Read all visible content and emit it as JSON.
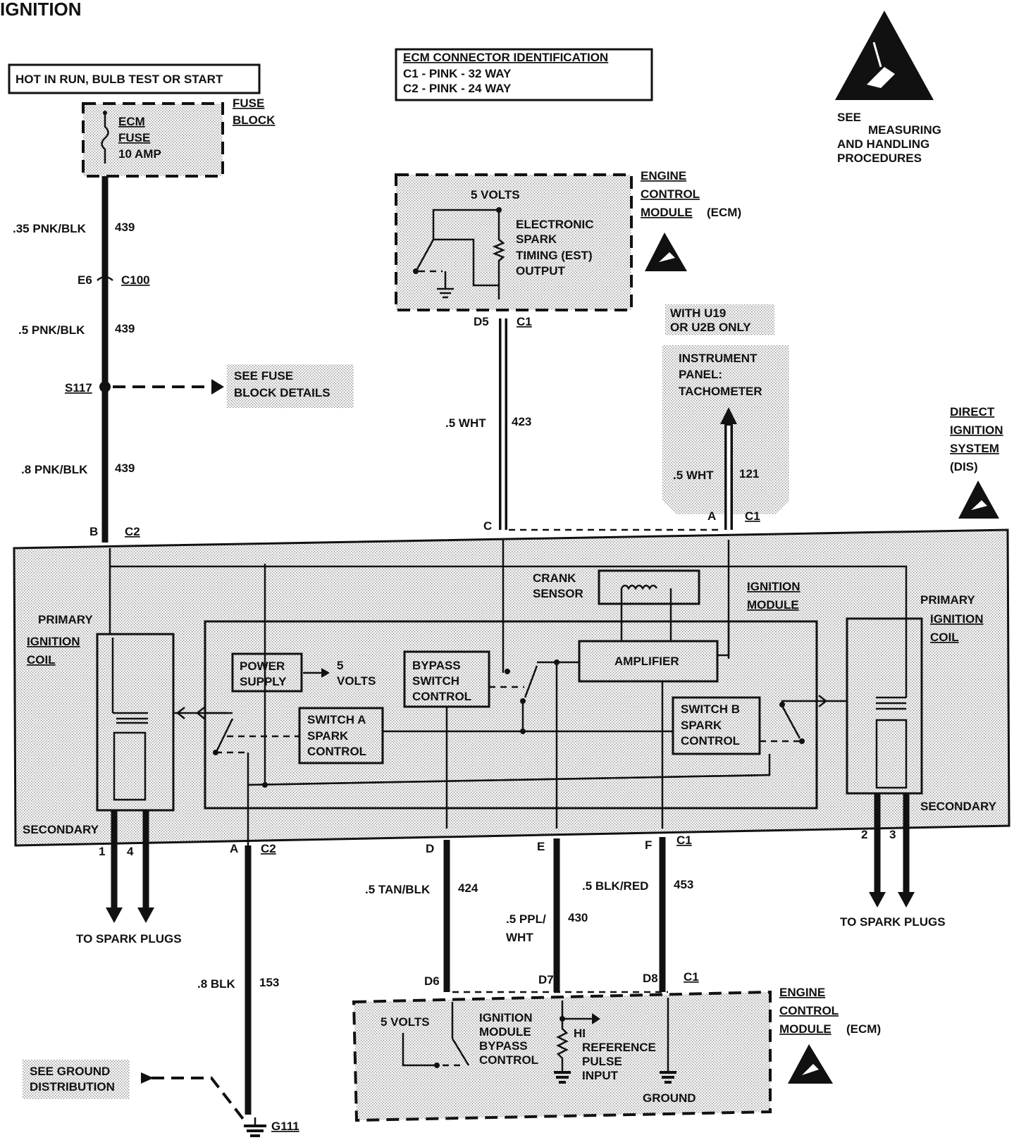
{
  "title": "IGNITION",
  "power_note": "HOT IN RUN, BULB TEST OR START",
  "fuse_block": {
    "label_1": "FUSE",
    "label_2": "BLOCK",
    "fuse_l1": "ECM",
    "fuse_l2": "FUSE",
    "fuse_l3": "10 AMP"
  },
  "ecm_connector_id": {
    "title": "ECM CONNECTOR IDENTIFICATION",
    "line1": "C1 - PINK - 32 WAY",
    "line2": "C2 - PINK - 24 WAY"
  },
  "esd_note": {
    "l1": "SEE",
    "l2": "MEASURING",
    "l3": "AND HANDLING",
    "l4": "PROCEDURES"
  },
  "ecm_top": {
    "l1": "ENGINE",
    "l2": "CONTROL",
    "l3": "MODULE",
    "l4": "(ECM)",
    "volts": "5 VOLTS",
    "est1": "ELECTRONIC",
    "est2": "SPARK",
    "est3": "TIMING (EST)",
    "est4": "OUTPUT",
    "pin": "D5",
    "conn": "C1"
  },
  "wires_left": [
    {
      "gauge": ".35 PNK/BLK",
      "circuit": "439"
    },
    {
      "gauge": ".5 PNK/BLK",
      "circuit": "439"
    },
    {
      "gauge": ".8 PNK/BLK",
      "circuit": "439"
    }
  ],
  "c100": {
    "pin": "E6",
    "conn": "C100"
  },
  "splice": {
    "id": "S117",
    "see1": "SEE FUSE",
    "see2": "BLOCK DETAILS"
  },
  "wire_423": {
    "gauge": ".5 WHT",
    "circuit": "423"
  },
  "tach": {
    "opt1": "WITH U19",
    "opt2": "OR U2B ONLY",
    "l1": "INSTRUMENT",
    "l2": "PANEL:",
    "l3": "TACHOMETER",
    "gauge": ".5 WHT",
    "circuit": "121"
  },
  "dis": {
    "l1": "DIRECT",
    "l2": "IGNITION",
    "l3": "SYSTEM",
    "l4": "(DIS)"
  },
  "pins_top": {
    "b": "B",
    "c2": "C2",
    "c": "C",
    "a": "A",
    "c1": "C1"
  },
  "dis_box": {
    "primary_left1": "PRIMARY",
    "primary_left2": "IGNITION",
    "primary_left3": "COIL",
    "secondary_left": "SECONDARY",
    "primary_right1": "PRIMARY",
    "primary_right2": "IGNITION",
    "primary_right3": "COIL",
    "secondary_right": "SECONDARY",
    "crank1": "CRANK",
    "crank2": "SENSOR",
    "ign_mod1": "IGNITION",
    "ign_mod2": "MODULE",
    "power1": "POWER",
    "power2": "SUPPLY",
    "volts1": "5",
    "volts2": "VOLTS",
    "bypass1": "BYPASS",
    "bypass2": "SWITCH",
    "bypass3": "CONTROL",
    "amplifier": "AMPLIFIER",
    "swa1": "SWITCH A",
    "swa2": "SPARK",
    "swa3": "CONTROL",
    "swb1": "SWITCH B",
    "swb2": "SPARK",
    "swb3": "CONTROL"
  },
  "bottom_pins": {
    "p1": "1",
    "p4": "4",
    "a": "A",
    "c2": "C2",
    "d": "D",
    "e": "E",
    "f": "F",
    "c1": "C1",
    "p2": "2",
    "p3": "3"
  },
  "spark_left": "TO SPARK PLUGS",
  "spark_right": "TO SPARK PLUGS",
  "wire_153": {
    "gauge": ".8 BLK",
    "circuit": "153"
  },
  "wire_424": {
    "gauge": ".5 TAN/BLK",
    "circuit": "424"
  },
  "wire_430": {
    "gauge1": ".5 PPL/",
    "gauge2": "WHT",
    "circuit": "430"
  },
  "wire_453": {
    "gauge": ".5 BLK/RED",
    "circuit": "453"
  },
  "ground": {
    "see1": "SEE GROUND",
    "see2": "DISTRIBUTION",
    "id": "G111"
  },
  "ecm_bottom": {
    "d6": "D6",
    "d7": "D7",
    "d8": "D8",
    "conn": "C1",
    "l1": "ENGINE",
    "l2": "CONTROL",
    "l3": "MODULE",
    "l4": "(ECM)",
    "volts": "5 VOLTS",
    "bp1": "IGNITION",
    "bp2": "MODULE",
    "bp3": "BYPASS",
    "bp4": "CONTROL",
    "hi": "HI",
    "ref1": "REFERENCE",
    "ref2": "PULSE",
    "ref3": "INPUT",
    "gnd": "GROUND"
  }
}
